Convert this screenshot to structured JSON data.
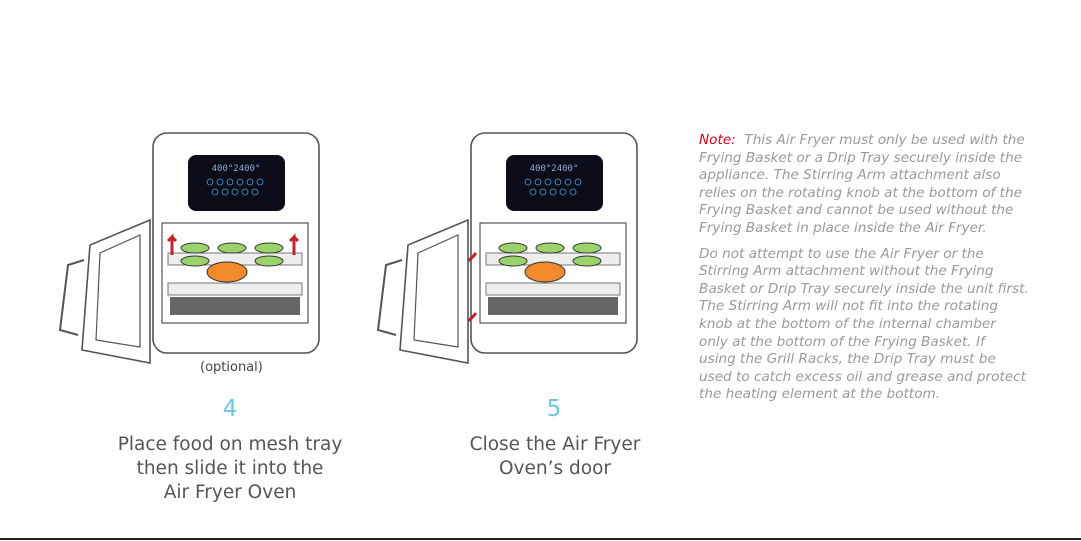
{
  "step4": {
    "optional_label": "(optional)",
    "number": "4",
    "caption_lines": [
      "Place food on mesh tray",
      "then slide it into the",
      "Air Fryer Oven"
    ]
  },
  "step5": {
    "number": "5",
    "caption_lines": [
      "Close the Air Fryer",
      "Oven’s door"
    ]
  },
  "display_readout": "400°2400°",
  "note": {
    "label": "Note:",
    "para1_lines": [
      "This Air Fryer must only be used with the",
      "Frying Basket or a Drip Tray securely inside the",
      "appliance. The Stirring Arm attachment also",
      "relies on the rotating knob at the bottom of the",
      "Frying Basket and cannot be used without the",
      "Frying Basket in place inside the Air Fryer."
    ],
    "para2_lines": [
      "Do not attempt to use the Air Fryer or the",
      "Stirring Arm attachment without the Frying",
      "Basket or Drip Tray securely inside the unit first.",
      "The Stirring Arm will not fit into the rotating",
      "knob at the bottom of the internal chamber",
      "only at the bottom of the Frying Basket.  If",
      "using the Grill Racks, the Drip Tray must be",
      "used to catch excess oil and grease and protect",
      "the heating element at the bottom."
    ]
  },
  "colors": {
    "accent_number": "#6ec6dc",
    "note_label": "#d0021b",
    "arrow": "#c0232b"
  }
}
